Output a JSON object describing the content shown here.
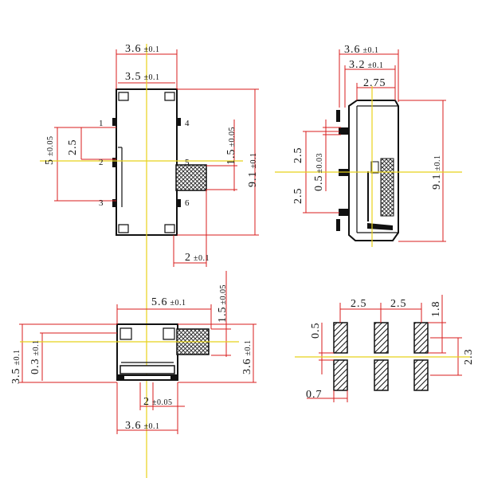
{
  "colors": {
    "dimension": "#d81e1e",
    "centerline": "#e8d21a",
    "outline": "#111111"
  },
  "top_view": {
    "width_outer": "3.6",
    "width_outer_tol": "±0.1",
    "width_inner": "3.5",
    "width_inner_tol": "±0.1",
    "pitch": "2.5",
    "height_left": "5",
    "height_left_tol": "±0.05",
    "actuator_height": "1.5",
    "actuator_height_tol": "±0.05",
    "total_length": "9.1",
    "total_length_tol": "±0.1",
    "actuator_length": "2",
    "actuator_length_tol": "±0.1",
    "pins": [
      "1",
      "2",
      "3",
      "4",
      "5",
      "6"
    ]
  },
  "side_view": {
    "width_outer": "3.6",
    "width_outer_tol": "±0.1",
    "width_mid": "3.2",
    "width_mid_tol": "±0.1",
    "width_inner": "2.75",
    "pitch_top": "2.5",
    "pitch_bottom": "2.5",
    "pin_width": "0.5",
    "pin_width_tol": "±0.03",
    "length": "9.1",
    "length_tol": "±0.1"
  },
  "front_view": {
    "total_width": "5.6",
    "total_width_tol": "±0.1",
    "actuator_height": "1.5",
    "actuator_height_tol": "±0.05",
    "body_height": "3.5",
    "body_height_tol": "±0.1",
    "base_offset": "0.3",
    "base_offset_tol": "±0.1",
    "actuator_offset": "3.6",
    "actuator_offset_tol": "±0.1",
    "actuator_length": "2",
    "actuator_length_tol": "±0.05",
    "body_width": "3.6",
    "body_width_tol": "±0.1"
  },
  "pad_layout": {
    "pitch_1": "2.5",
    "pitch_2": "2.5",
    "pad_length": "1.8",
    "gap": "0.5",
    "row_span": "2.3",
    "pad_width": "0.7"
  }
}
